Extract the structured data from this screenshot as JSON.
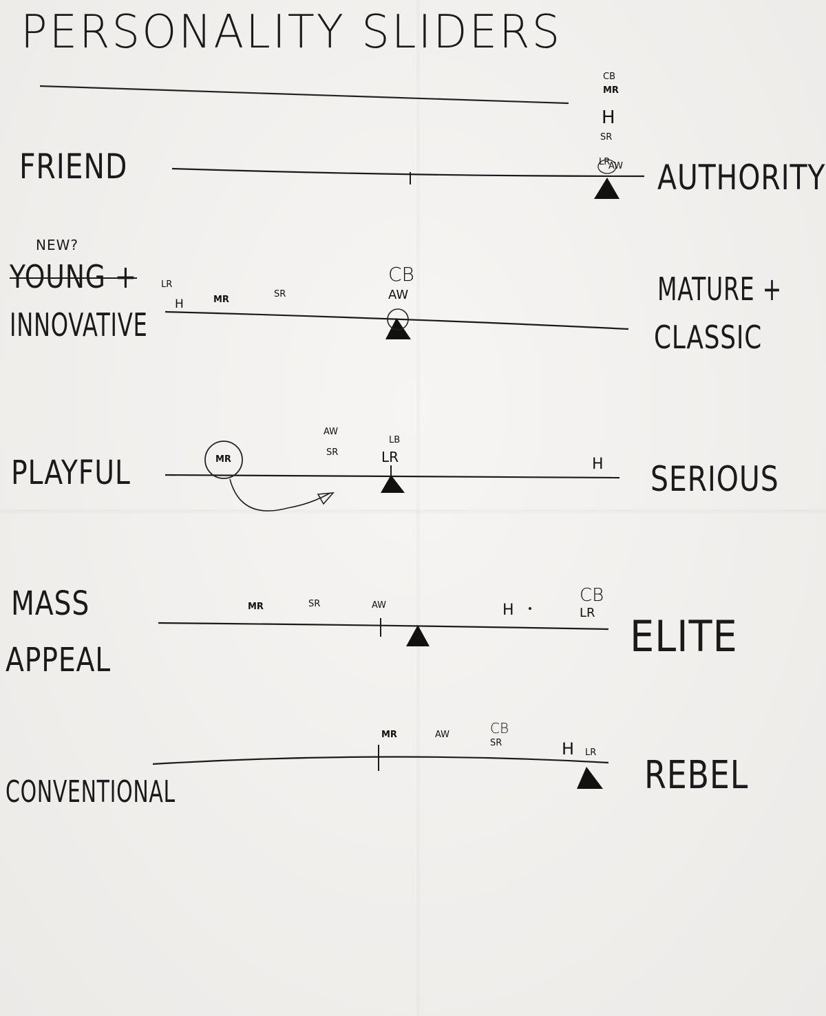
{
  "title": "PERSONALITY SLIDERS",
  "sliders": [
    {
      "left_label": "FRIEND",
      "right_label": "AUTHORITY",
      "marks": [
        "CB",
        "MR",
        "H",
        "SR",
        "LR",
        "AW"
      ]
    },
    {
      "left_note": "NEW?",
      "left_label_line1": "YOUNG +",
      "left_label_line2": "INNOVATIVE",
      "right_label_line1": "MATURE +",
      "right_label_line2": "CLASSIC",
      "marks": [
        "LR",
        "H",
        "MR",
        "SR",
        "CB",
        "AW"
      ]
    },
    {
      "left_label": "PLAYFUL",
      "right_label": "SERIOUS",
      "marks": [
        "MR",
        "AW",
        "SR",
        "LB",
        "LR",
        "H"
      ]
    },
    {
      "left_label_line1": "MASS",
      "left_label_line2": "APPEAL",
      "right_label": "ELITE",
      "marks": [
        "MR",
        "SR",
        "AW",
        "H",
        "CB",
        "LR"
      ]
    },
    {
      "left_label": "CONVENTIONAL",
      "right_label": "REBEL",
      "marks": [
        "MR",
        "AW",
        "CB",
        "SR",
        "H",
        "LR"
      ]
    }
  ]
}
